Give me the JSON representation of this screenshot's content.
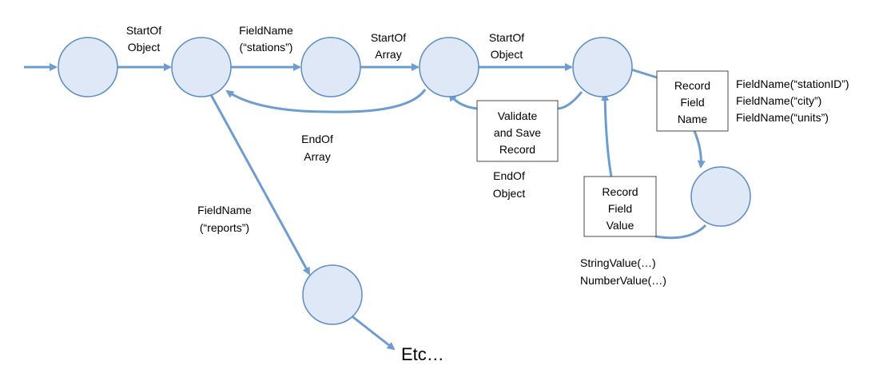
{
  "diagram": {
    "nodes": [
      "s0",
      "s1",
      "s2",
      "s3",
      "s4",
      "s5",
      "s6"
    ],
    "edges": {
      "start_object_1": [
        "StartOf",
        "Object"
      ],
      "field_stations": [
        "FieldName",
        "(“stations”)"
      ],
      "start_array": [
        "StartOf",
        "Array"
      ],
      "start_object_2": [
        "StartOf",
        "Object"
      ],
      "end_array": [
        "EndOf",
        "Array"
      ],
      "end_object": [
        "EndOf",
        "Object"
      ],
      "field_reports": [
        "FieldName",
        "(“reports”)"
      ],
      "field_names": [
        "FieldName(“stationID”)",
        "FieldName(“city”)",
        "FieldName(“units”)"
      ],
      "values": [
        "StringValue(…)",
        "NumberValue(…)"
      ],
      "etc": "Etc…"
    },
    "actions": {
      "validate_save": [
        "Validate",
        "and Save",
        "Record"
      ],
      "record_field_name": [
        "Record",
        "Field",
        "Name"
      ],
      "record_field_value": [
        "Record",
        "Field",
        "Value"
      ]
    }
  },
  "colors": {
    "node_fill": "#dfe8f6",
    "node_stroke": "#5b8cc4",
    "edge": "#6f9ccf",
    "box_border": "#4a4a4a"
  }
}
